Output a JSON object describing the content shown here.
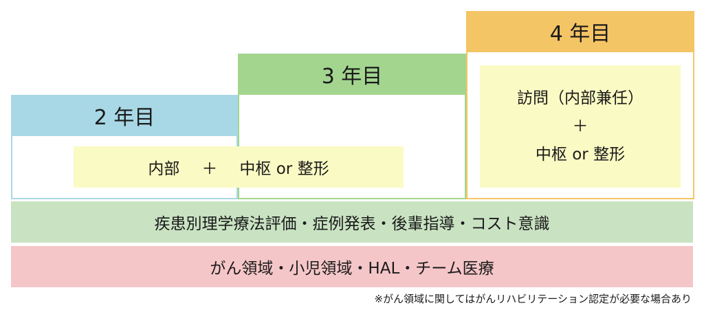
{
  "columns": {
    "year2": {
      "label": "2 年目",
      "color": "#a8d8e6"
    },
    "year3": {
      "label": "3 年目",
      "color": "#a3d58f"
    },
    "year4": {
      "label": "4 年目",
      "color": "#f4c565"
    }
  },
  "shared_box": {
    "part1": "内部",
    "plus": "＋",
    "part2": "中枢 or 整形",
    "color": "#fafac4"
  },
  "year4_box": {
    "line1": "訪問（内部兼任）",
    "plus": "＋",
    "line3": "中枢 or 整形"
  },
  "bands": {
    "green": {
      "text": "疾患別理学療法評価・症例発表・後輩指導・コスト意識",
      "color": "#c9e3c2"
    },
    "pink": {
      "text": "がん領域・小児領域・HAL・チーム医療",
      "color": "#f5c6c8"
    }
  },
  "footnote": "※がん領域に関してはがんリハビリテーション認定が必要な場合あり"
}
